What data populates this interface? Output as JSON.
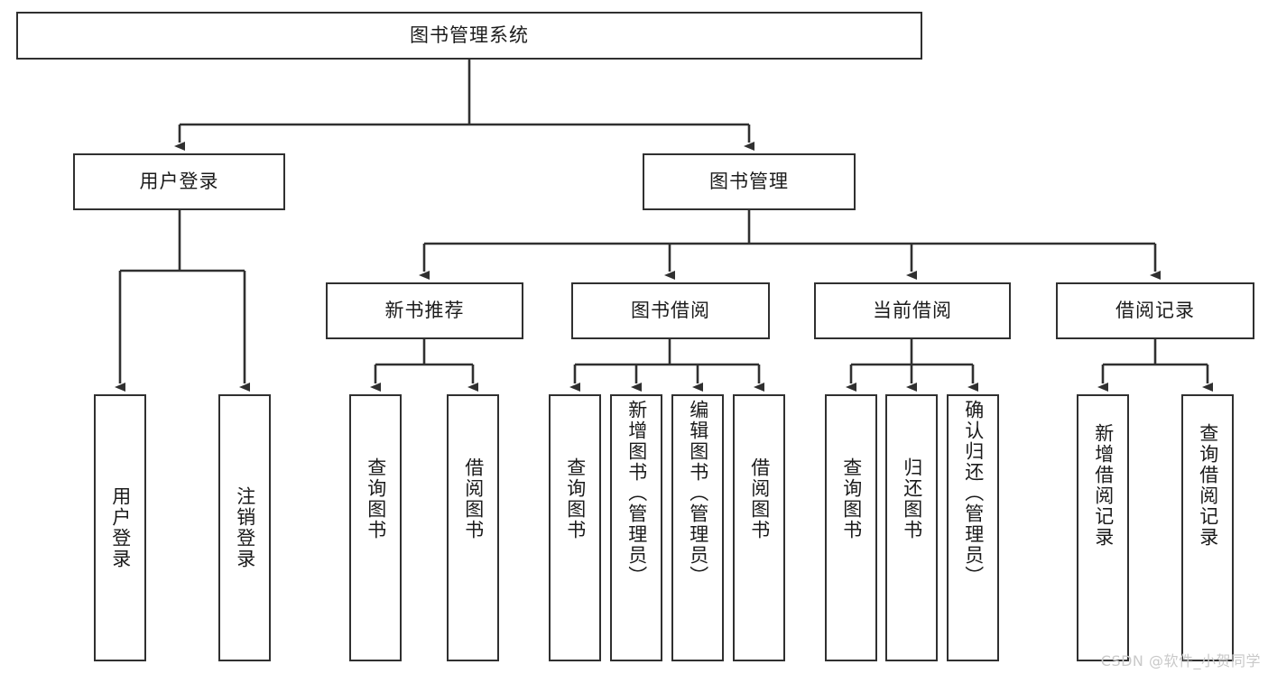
{
  "diagram": {
    "title": "图书管理系统",
    "type": "tree-hierarchy-diagram",
    "colors": {
      "box_border": "#303030",
      "box_fill": "#ffffff",
      "connector": "#303030",
      "text": "#1b1b1b",
      "watermark": "#c9c9c9",
      "background": "#ffffff"
    },
    "root": {
      "label": "图书管理系统"
    },
    "level2": [
      {
        "label": "用户登录"
      },
      {
        "label": "图书管理"
      }
    ],
    "level3": [
      {
        "label": "新书推荐"
      },
      {
        "label": "图书借阅"
      },
      {
        "label": "当前借阅"
      },
      {
        "label": "借阅记录"
      }
    ],
    "leaves": {
      "user_login": [
        {
          "label": "用户登录"
        },
        {
          "label": "注销登录"
        }
      ],
      "new_book_recommend": [
        {
          "label": "查询图书"
        },
        {
          "label": "借阅图书"
        }
      ],
      "book_borrow": [
        {
          "label": "查询图书"
        },
        {
          "label": "新增图书（管理员）"
        },
        {
          "label": "编辑图书（管理员）"
        },
        {
          "label": "借阅图书"
        }
      ],
      "current_borrow": [
        {
          "label": "查询图书"
        },
        {
          "label": "归还图书"
        },
        {
          "label": "确认归还（管理员）"
        }
      ],
      "borrow_record": [
        {
          "label": "新增借阅记录"
        },
        {
          "label": "查询借阅记录"
        }
      ]
    }
  },
  "watermark": {
    "text": "CSDN @软件_小贺同学"
  }
}
